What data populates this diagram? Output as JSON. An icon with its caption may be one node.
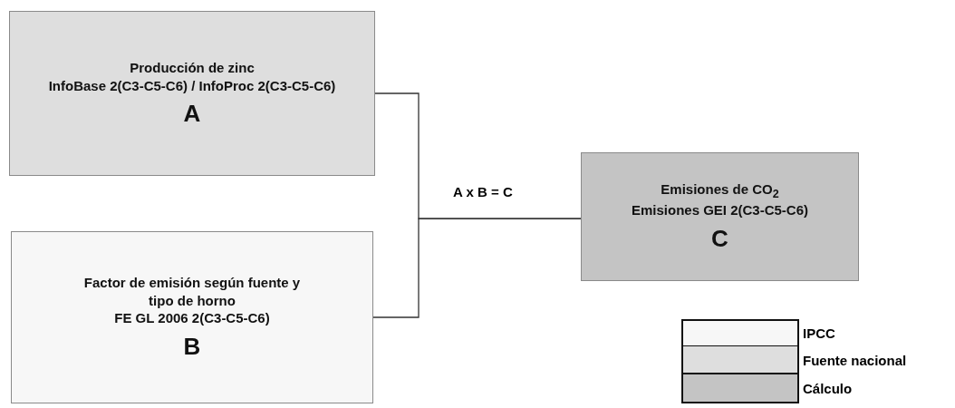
{
  "diagram": {
    "nodes": [
      {
        "text": [
          "Producción de zinc",
          "InfoBase 2(C3-C5-C6) / InfoProc 2(C3-C5-C6)",
          "A"
        ]
      },
      {
        "text": [
          "Factor de emisión según fuente y tipo de horno",
          "FE GL 2006 2(C3-C5-C6)",
          "B"
        ]
      },
      {
        "text": [
          "Emisiones de CO$_{2}$",
          "Emisiones GEI 2(C3-C5-C6)",
          "C"
        ]
      }
    ],
    "edges": [
      {
        "from": 0,
        "to": 2,
        "arrow": "none",
        "label": "A x B = C"
      },
      {
        "from": 1,
        "to": 2,
        "arrow": "none"
      }
    ],
    "legend": [
      {
        "text": "IPCC",
        "color": "#f7f7f7"
      },
      {
        "text": "Fuente nacional",
        "color": "#dedede"
      },
      {
        "text": "Cálculo",
        "color": "#c4c4c4"
      }
    ]
  }
}
